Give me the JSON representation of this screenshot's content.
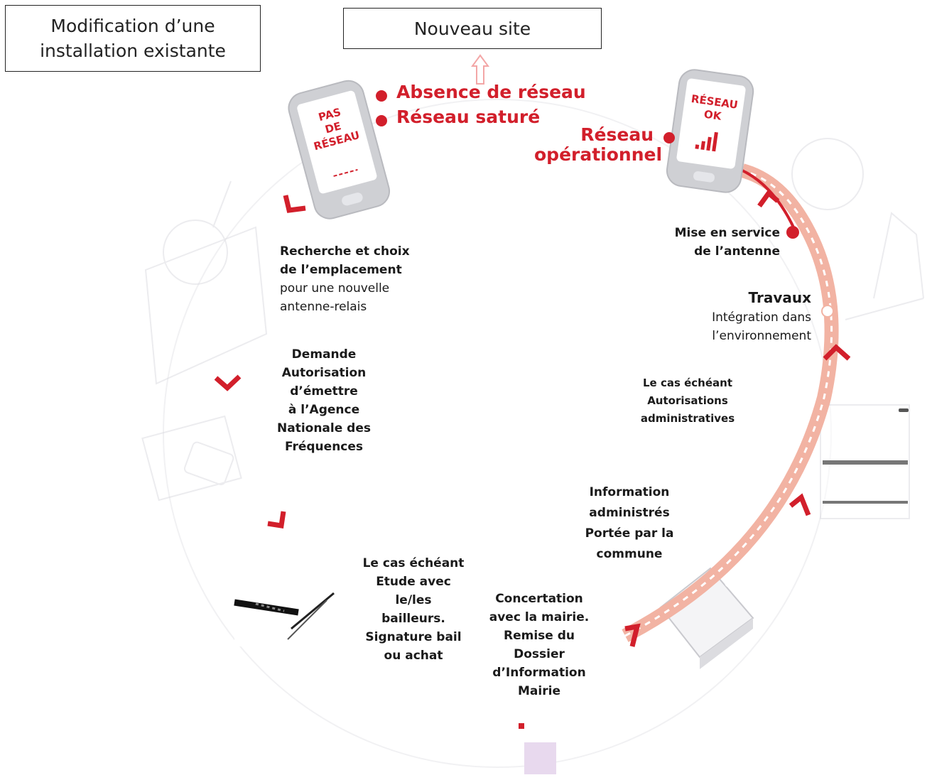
{
  "boxes": {
    "modification": "Modification d’une installation existante",
    "nouveau_site": "Nouveau site"
  },
  "phones": {
    "no_network": {
      "line1": "PAS",
      "line2": "DE",
      "line3": "RÉSEAU"
    },
    "network_ok": {
      "line1": "RÉSEAU",
      "line2": "OK"
    }
  },
  "status": {
    "absence": "Absence de réseau",
    "sature": "Réseau saturé",
    "operationnel_1": "Réseau",
    "operationnel_2": "opérationnel"
  },
  "steps": {
    "recherche": {
      "title1": "Recherche et choix",
      "title2": "de l’emplacement",
      "desc1": "pour une nouvelle",
      "desc2": "antenne-relais"
    },
    "demande": {
      "l1": "Demande",
      "l2": "Autorisation",
      "l3": "d’émettre",
      "l4": "à l’Agence",
      "l5": "Nationale des",
      "l6": "Fréquences"
    },
    "bailleurs": {
      "l1": "Le cas échéant",
      "l2": "Etude avec",
      "l3": "le/les",
      "l4": "bailleurs.",
      "l5": "Signature bail",
      "l6": "ou achat"
    },
    "concertation": {
      "l1": "Concertation",
      "l2": "avec la mairie.",
      "l3": "Remise du",
      "l4": "Dossier",
      "l5": "d’Information",
      "l6": "Mairie"
    },
    "information": {
      "l1": "Information",
      "l2": "administrés",
      "l3": "Portée par la",
      "l4": "commune"
    },
    "autorisations": {
      "l1": "Le cas échéant",
      "l2": "Autorisations",
      "l3": "administratives"
    },
    "travaux": {
      "title": "Travaux",
      "desc1": "Intégration dans",
      "desc2": "l’environnement"
    },
    "mise_en_service": {
      "l1": "Mise en service",
      "l2": "de l’antenne"
    }
  },
  "colors": {
    "accent_red": "#d21f2b",
    "path_salmon": "#f2b3a3",
    "phone_gray": "#cfd0d4"
  }
}
